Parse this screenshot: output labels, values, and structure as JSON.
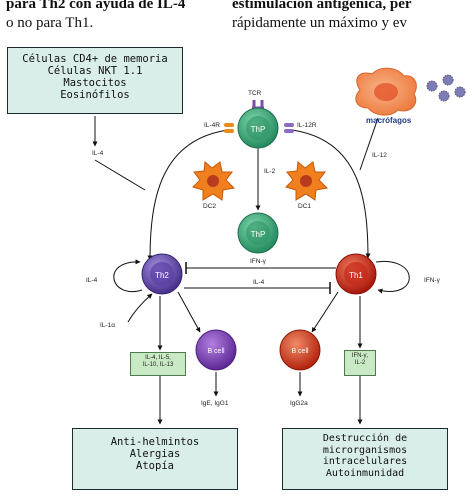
{
  "header": {
    "line1_left": "para Th2 con ayuda de IL-4",
    "line1_right": "estimulación antigénica, per",
    "line2_left": "o no para Th1.",
    "line2_right": "rápidamente un máximo y ev"
  },
  "source_box": {
    "lines": [
      "Células CD4+ de memoria",
      "Células NKT 1.1",
      "Mastocitos",
      "Eosinófilos"
    ]
  },
  "labels": {
    "tcr": "TCR",
    "il4r": "IL-4R",
    "il12r": "IL-12R",
    "macrofagos": "macrófagos",
    "il12": "IL-12",
    "il4_source": "IL-4",
    "il2": "IL-2",
    "dc2": "DC2",
    "dc1": "DC1",
    "thp_top": "ThP",
    "thp_mid": "ThP",
    "th2": "Th2",
    "th1": "Th1",
    "ifn_gamma_mid": "IFN-γ",
    "il4_mid": "IL-4",
    "il4_left_loop": "IL-4",
    "ifn_gamma_right_loop": "IFN-γ",
    "il1a": "IL-1α",
    "b_cell_left": "B cell",
    "b_cell_right": "B cell",
    "ige_igg1": "IgE, IgG1",
    "igg2a": "IgG2a"
  },
  "th2_cytokines": [
    "IL-4, IL-5,",
    "IL-10, IL-13"
  ],
  "th1_cytokines": [
    "IFN-γ,",
    "IL-2"
  ],
  "th2_outcome": [
    "Anti-helmintos",
    "Alergias",
    "Atopía"
  ],
  "th1_outcome": [
    "Destrucción de",
    "microrganismos",
    "intracelulares",
    "Autoinmunidad"
  ],
  "colors": {
    "box_fill": "#d9eee9",
    "cytokine_box": "#c9e9c4",
    "th_cell_green": "#3aa77a",
    "th2_purple": "#6a4fb0",
    "th1_red": "#d4281c",
    "b_cell_purple": "#7c3fb8",
    "b_cell_red": "#d23a1e",
    "dendritic_orange": "#f07f1e",
    "macrophage_orange": "#f28a48",
    "receptor_orange": "#e58c1d",
    "receptor_purple": "#8a6bbf"
  }
}
